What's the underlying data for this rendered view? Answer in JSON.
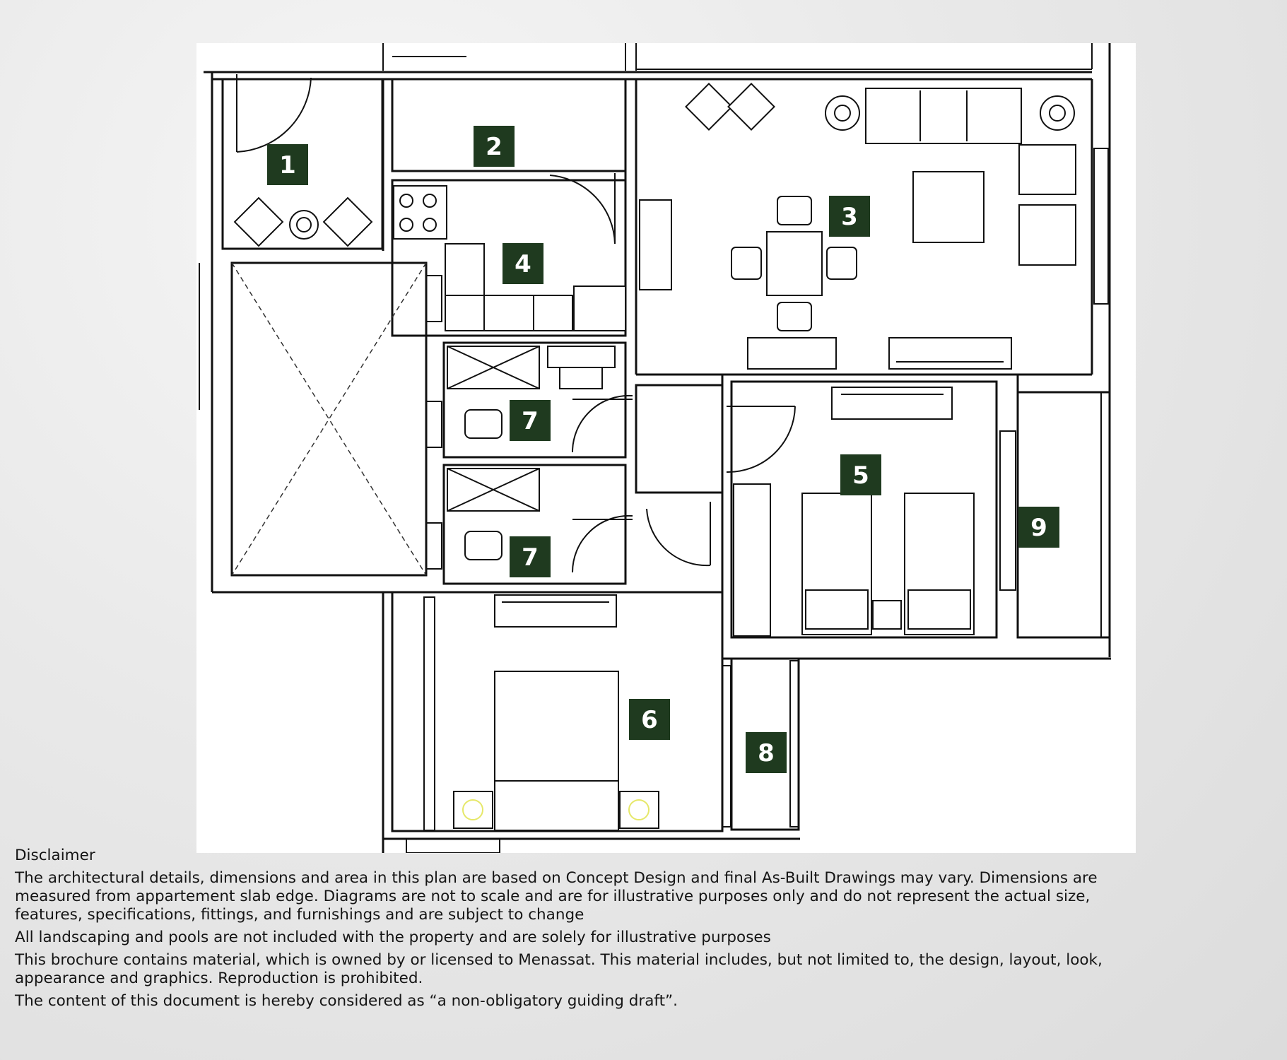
{
  "plan": {
    "room_labels": [
      "1",
      "2",
      "3",
      "4",
      "5",
      "6",
      "7",
      "7",
      "8",
      "9"
    ]
  },
  "disclaimer": {
    "title": "Disclaimer",
    "paragraphs": [
      "The architectural details, dimensions and area in this plan are based on Concept Design and final As-Built Drawings may vary. Dimensions are measured from appartement slab edge.  Diagrams are not to scale and are for illustrative purposes only and do not represent the actual size, features, specifications, fittings, and furnishings and are subject to change",
      "All landscaping and pools are not included with the property and are solely for illustrative purposes",
      "This brochure contains material, which is owned by or licensed to Menassat. This material includes, but not limited to, the design, layout, look, appearance and graphics. Reproduction is prohibited.",
      "The content of this document is hereby considered as “a non-obligatory guiding draft”."
    ]
  },
  "colors": {
    "badge": "#1f3a1f",
    "badge_text": "#ffffff",
    "walls": "#111111"
  }
}
